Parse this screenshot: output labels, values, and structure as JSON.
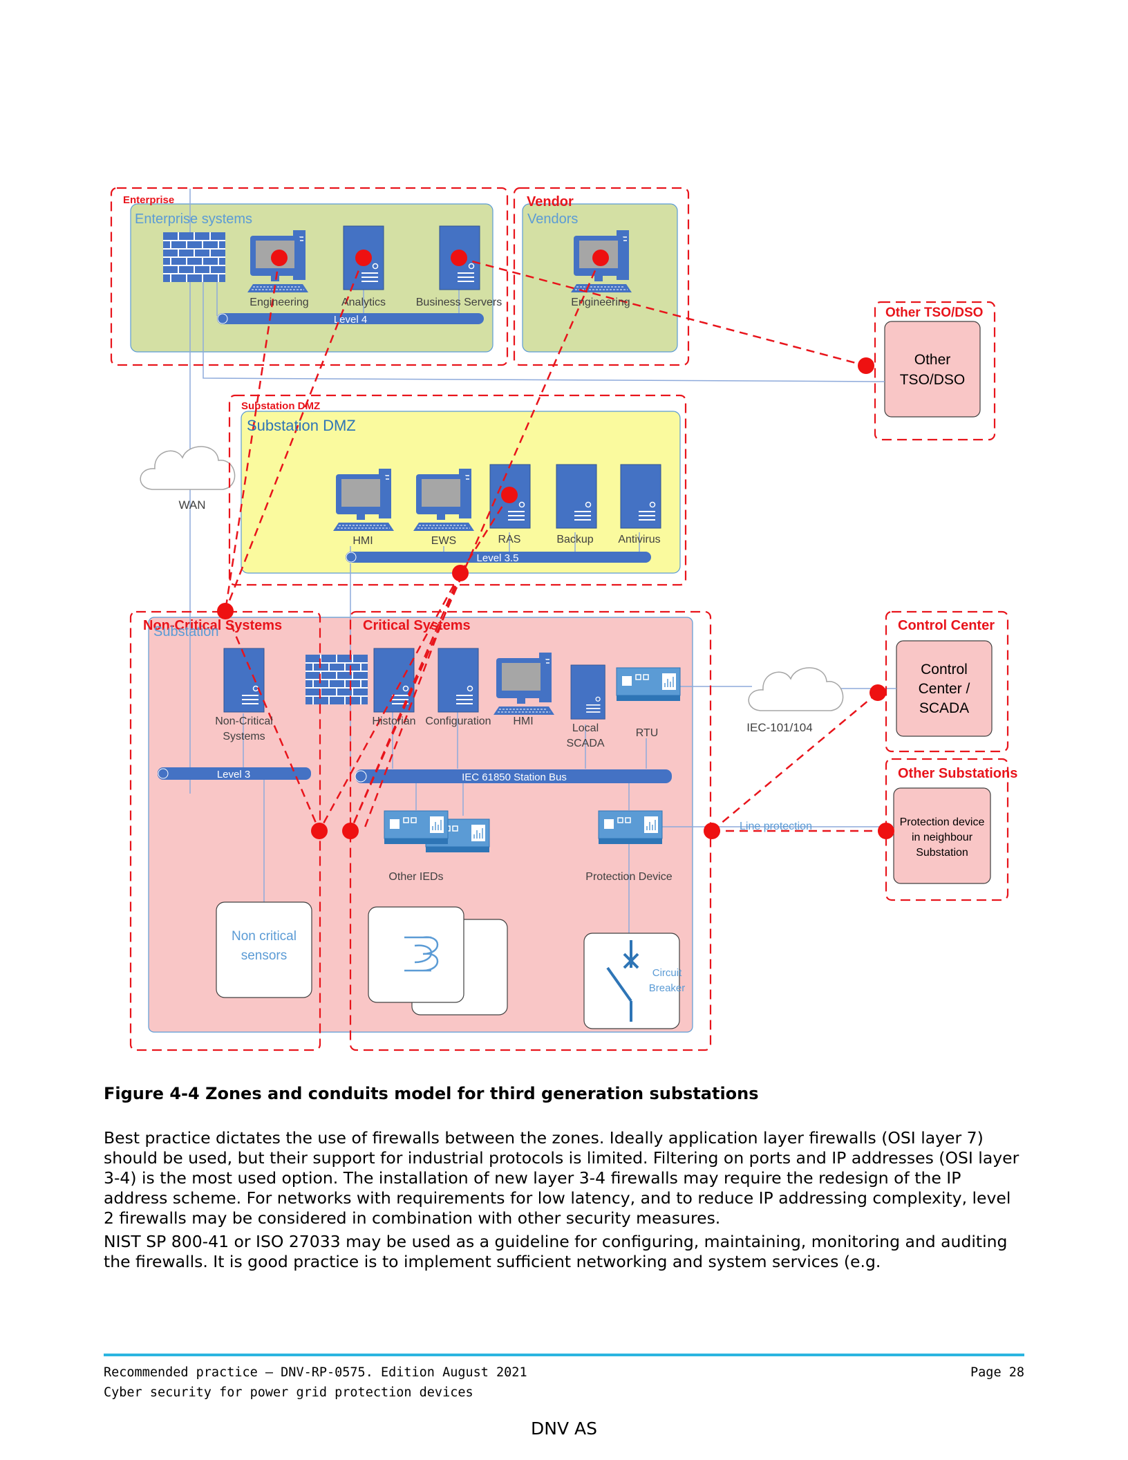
{
  "diagram": {
    "zones": {
      "enterprise": "Enterprise",
      "vendor": "Vendor",
      "other_tso": "Other TSO/DSO",
      "substation_dmz": "Substation DMZ",
      "non_critical": "Non-Critical Systems",
      "critical": "Critical Systems",
      "control_center": "Control Center",
      "other_substations": "Other Substations"
    },
    "areas": {
      "enterprise_systems": "Enterprise systems",
      "vendors": "Vendors",
      "substation_dmz": "Substation DMZ",
      "substation": "Substation"
    },
    "enterprise_nodes": {
      "engineering": "Engineering",
      "analytics": "Analytics",
      "business_servers": "Business Servers",
      "level": "Level 4"
    },
    "vendor_nodes": {
      "engineering": "Engineering"
    },
    "other_tso_box": [
      "Other",
      "TSO/DSO"
    ],
    "wan": "WAN",
    "dmz_nodes": {
      "hmi": "HMI",
      "ews": "EWS",
      "ras": "RAS",
      "backup": "Backup",
      "antivirus": "Antivirus",
      "level": "Level 3.5"
    },
    "substation_nodes": {
      "non_critical_systems": [
        "Non-Critical",
        "Systems"
      ],
      "historian": "Historian",
      "configuration": "Configuration",
      "hmi": "HMI",
      "local_scada": [
        "Local",
        "SCADA"
      ],
      "rtu": "RTU",
      "level3": "Level 3",
      "station_bus": "IEC 61850 Station Bus",
      "other_ieds": "Other IEDs",
      "protection_device": "Protection Device",
      "non_critical_sensors": [
        "Non critical",
        "sensors"
      ],
      "circuit_breaker": [
        "Circuit",
        "Breaker"
      ]
    },
    "iec_link": "IEC-101/104",
    "control_center_box": [
      "Control",
      "Center /",
      "SCADA"
    ],
    "line_protection": "Line protection",
    "neighbour_box": [
      "Protection device",
      "in neighbour",
      "Substation"
    ],
    "colors": {
      "zone_red": "#e8141b",
      "enterprise_fill": "#d4e0a4",
      "dmz_fill": "#fafa9e",
      "substation_fill": "#f9c6c6",
      "icon_blue": "#4472c4",
      "link_blue": "#8eaadb"
    }
  },
  "caption": "Figure 4-4 Zones and conduits model for third generation substations",
  "paragraphs": [
    "Best practice dictates the use of firewalls between the zones. Ideally application layer firewalls (OSI layer 7) should be used, but their support for industrial protocols is limited. Filtering on ports and IP addresses (OSI layer 3-4) is the most used option. The installation of new layer 3-4 firewalls may require the redesign of the IP address scheme. For networks with requirements for low latency, and to reduce IP addressing complexity, level 2 firewalls may be considered in combination with other security measures.",
    "NIST SP 800-41 or ISO 27033 may be used as a guideline for configuring, maintaining, monitoring and auditing the firewalls. It is good practice is to implement sufficient networking and system services (e.g."
  ],
  "footer": {
    "line1": "Recommended practice — DNV-RP-0575. Edition August 2021",
    "line2": "Cyber security for power grid protection devices",
    "page": "Page 28",
    "company": "DNV AS"
  }
}
